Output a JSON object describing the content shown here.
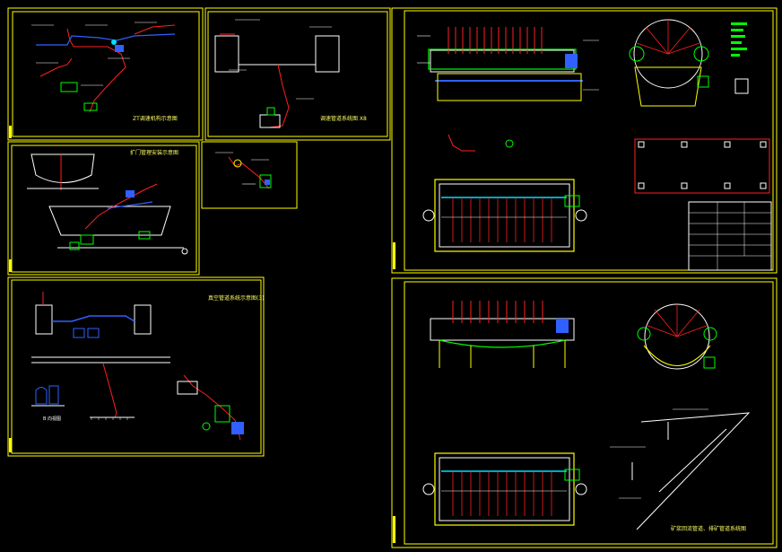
{
  "colors": {
    "background": "#000000",
    "frame": "#ffff00",
    "title_text": "#ffff66",
    "pipe_red": "#ff2020",
    "pipe_blue": "#3060ff",
    "equipment_green": "#00ff00",
    "cyan": "#00e0ff",
    "white": "#ffffff",
    "magenta": "#ff40ff"
  },
  "sheets": {
    "top_left_title": "ZT调速机构示意图",
    "top_middle_title": "调速管道系统图 X8",
    "middle_left_title": "扩门管理安装示意图",
    "bottom_left_title": "真空管道系统示意图(3)",
    "bottom_left_view_label": "B 向视图",
    "bottom_right_title": "矿浆回流管道、排矿管道系统图"
  },
  "icons": {
    "drawing_frames": "sheet-frame-icon",
    "title_blocks": "title-block-icon"
  }
}
